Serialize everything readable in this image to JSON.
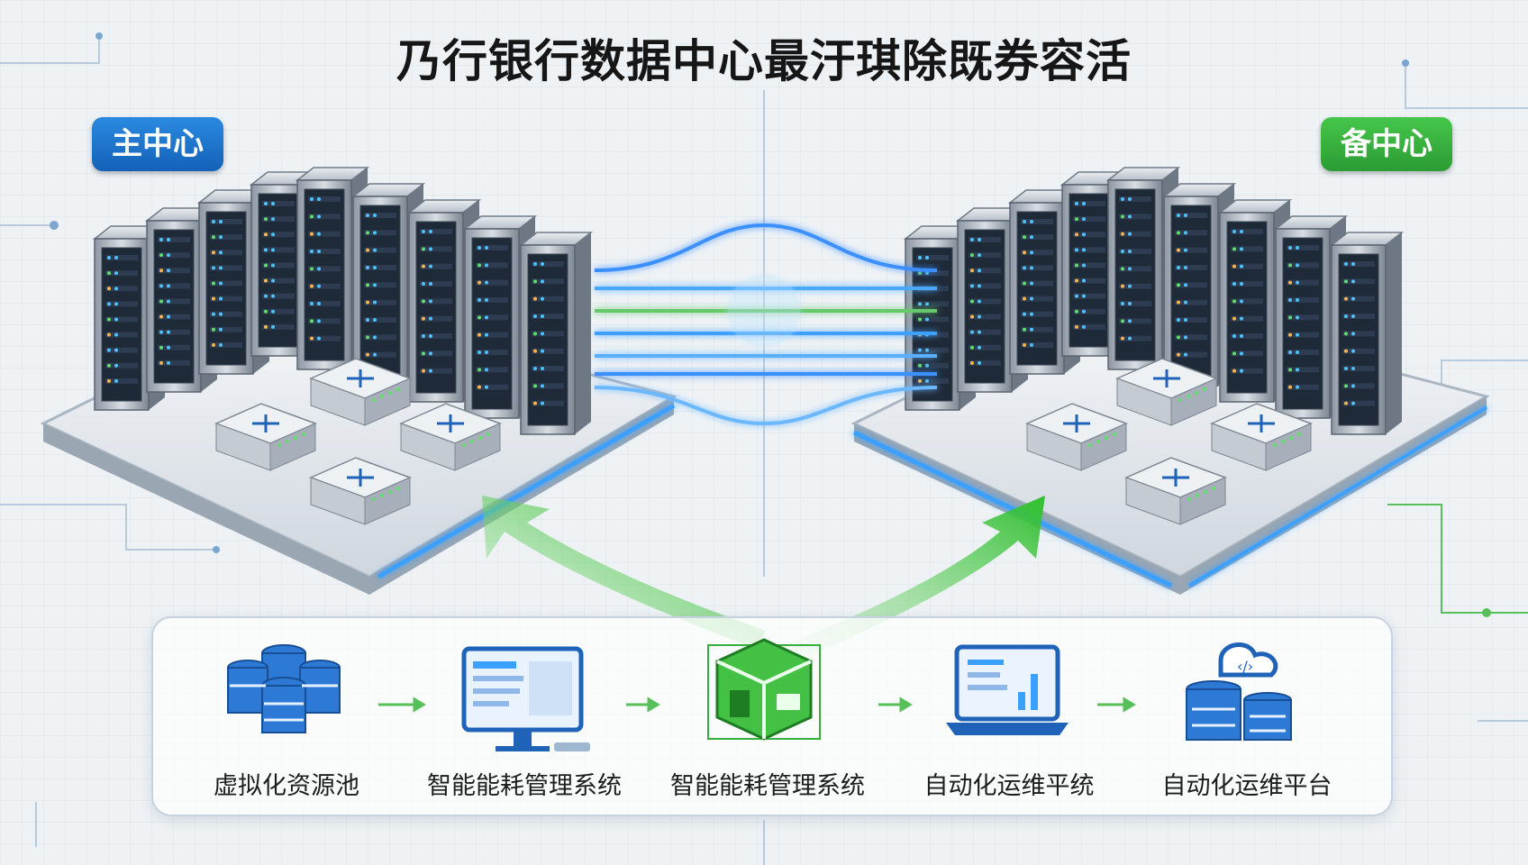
{
  "title": "ℹ️ 银行数据中心 ... 容活",
  "title_text": "银行数据中心最",
  "title_full": "乃行银行数据中心最汙琪除既券容活",
  "sites": {
    "primary_label": "主中心",
    "backup_label": "备中心"
  },
  "workflow": {
    "steps": [
      {
        "label": "虚拟化资源池",
        "icon": "database-cluster-icon"
      },
      {
        "label": "智能能耗管理系统",
        "icon": "monitor-dashboard-icon"
      },
      {
        "label": "智能能耗管理系统",
        "icon": "green-cube-icon"
      },
      {
        "label": "自动化运维平统",
        "icon": "laptop-chart-icon"
      },
      {
        "label": "自动化运维平台",
        "icon": "cloud-database-icon"
      }
    ]
  },
  "colors": {
    "primary": "#1c6fcc",
    "backup": "#36b03c",
    "link": "#3aa0ff",
    "arrow": "#3cc23a"
  }
}
